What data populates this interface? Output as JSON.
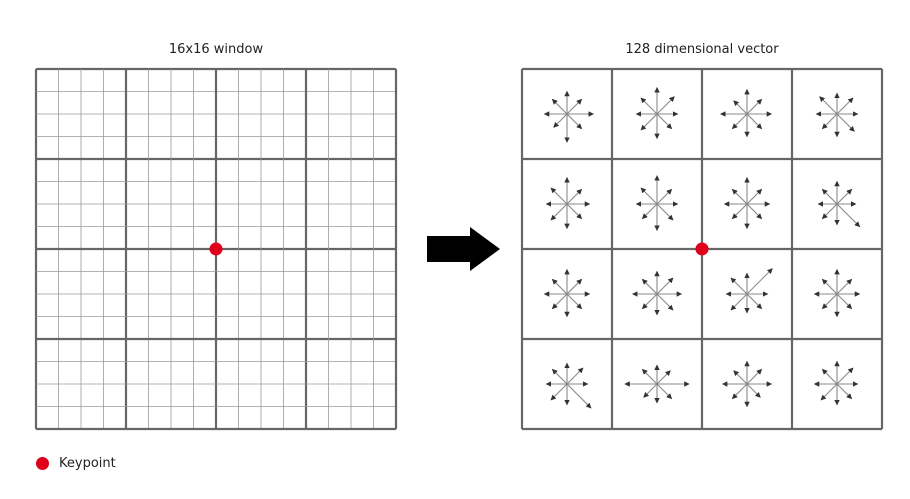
{
  "left_panel": {
    "title": "16x16 window",
    "grid_cells": 16,
    "block_count": 4
  },
  "right_panel": {
    "title": "128 dimensional vector",
    "block_count": 4,
    "orientation_bins": 8,
    "histograms": [
      [
        0.7,
        0.55,
        0.6,
        0.55,
        0.6,
        0.5,
        0.75,
        0.55
      ],
      [
        0.55,
        0.65,
        0.7,
        0.6,
        0.55,
        0.6,
        0.65,
        0.55
      ],
      [
        0.65,
        0.55,
        0.65,
        0.5,
        0.7,
        0.55,
        0.6,
        0.55
      ],
      [
        0.55,
        0.6,
        0.55,
        0.65,
        0.55,
        0.55,
        0.6,
        0.65
      ],
      [
        0.6,
        0.55,
        0.7,
        0.6,
        0.55,
        0.6,
        0.65,
        0.55
      ],
      [
        0.55,
        0.55,
        0.75,
        0.6,
        0.55,
        0.55,
        0.7,
        0.6
      ],
      [
        0.6,
        0.55,
        0.7,
        0.55,
        0.6,
        0.55,
        0.65,
        0.55
      ],
      [
        0.5,
        0.55,
        0.6,
        0.55,
        0.5,
        0.55,
        0.55,
        0.85
      ],
      [
        0.6,
        0.55,
        0.65,
        0.55,
        0.6,
        0.55,
        0.6,
        0.55
      ],
      [
        0.65,
        0.6,
        0.6,
        0.55,
        0.65,
        0.55,
        0.55,
        0.6
      ],
      [
        0.55,
        0.95,
        0.55,
        0.6,
        0.55,
        0.6,
        0.5,
        0.55
      ],
      [
        0.6,
        0.55,
        0.65,
        0.55,
        0.6,
        0.55,
        0.6,
        0.55
      ],
      [
        0.55,
        0.6,
        0.55,
        0.55,
        0.55,
        0.6,
        0.55,
        0.9
      ],
      [
        0.85,
        0.5,
        0.5,
        0.55,
        0.85,
        0.5,
        0.5,
        0.55
      ],
      [
        0.65,
        0.55,
        0.6,
        0.5,
        0.65,
        0.55,
        0.6,
        0.5
      ],
      [
        0.55,
        0.6,
        0.6,
        0.55,
        0.6,
        0.6,
        0.55,
        0.55
      ]
    ]
  },
  "legend": {
    "label": "Keypoint"
  },
  "colors": {
    "grid_line": "#666666",
    "grid_fine": "#9a9a9a",
    "keypoint": "#e0001b",
    "arrow": "#222222",
    "arrow_fill": "#333333",
    "spoke": "#8a8a8a"
  },
  "icons": {
    "transform": "right-arrow-icon",
    "keypoint": "keypoint-dot-icon"
  }
}
